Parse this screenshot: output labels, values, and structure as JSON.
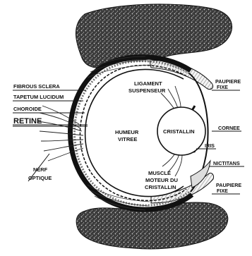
{
  "labels": {
    "fibrous_sclera": "FIBROUS SCLERA",
    "tapetum_lucidum": "TAPETUM LUCIDUM",
    "choroide": "CHOROIDE",
    "retine": "RETINE",
    "nerf_line1": "NERF",
    "nerf_line2": "OPTIQUE",
    "ligament_line1": "LIGAMENT",
    "ligament_line2": "SUSPENSEUR",
    "humeur_line1": "HUMEUR",
    "humeur_line2": "VITREE",
    "cristallin": "CRISTALLIN",
    "muscle_line1": "MUSCLE",
    "muscle_line2": "MOTEUR DU",
    "muscle_line3": "CRISTALLIN",
    "paupiere_top_line1": "PAUPIERE",
    "paupiere_top_line2": "FIXE",
    "cornee": "CORNEE",
    "iris": "IRIS",
    "nictitans": "NICTITANS",
    "paupiere_bottom_line1": "PAUPIERE",
    "paupiere_bottom_line2": "FIXE"
  },
  "colors": {
    "ink": "#111111",
    "bone": "#2b2b2b",
    "paper": "#ffffff"
  }
}
